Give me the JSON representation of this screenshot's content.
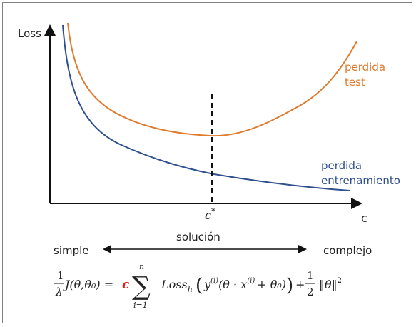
{
  "axes": {
    "y_label": "Loss",
    "x_label": "c"
  },
  "curves": {
    "test": {
      "label_line1": "perdida",
      "label_line2": "test",
      "color": "#E07B2E"
    },
    "train": {
      "label_line1": "perdida",
      "label_line2": "entrenamiento",
      "color": "#2F4F8F"
    }
  },
  "optimum": {
    "label": "c",
    "superscript": "*"
  },
  "range": {
    "title": "solución",
    "left": "simple",
    "right": "complejo"
  },
  "formula": {
    "frac1_num": "1",
    "frac1_den": "λ",
    "lhs": "J(θ,θ₀) =",
    "c": "c",
    "sum_top": "n",
    "sum_bottom": "i=1",
    "sigma": "∑",
    "loss": "Loss",
    "loss_sub": "h",
    "body_a": "y",
    "body_sup1": "(i)",
    "body_b": "(θ · x",
    "body_sup2": "(i)",
    "body_c": "+ θ₀)",
    "plus": "+",
    "frac2_num": "1",
    "frac2_den": "2",
    "norm": "‖θ‖",
    "norm_sup": "2",
    "red_color": "#E02020"
  }
}
